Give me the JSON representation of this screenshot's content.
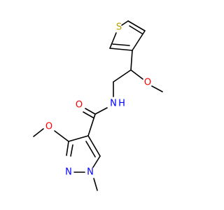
{
  "molecule": {
    "atoms": {
      "sulfur": "S",
      "ether_oxygen_top": "O",
      "amide_oxygen": "O",
      "amide_nitrogen": "N",
      "amide_hydrogen": "H",
      "ether_oxygen_left": "O",
      "pyrazole_n2": "N",
      "pyrazole_n1": "N"
    },
    "colors": {
      "bond": "#000000",
      "carbon_label": "#000000",
      "oxygen": "#ff0000",
      "nitrogen": "#0000ff",
      "sulfur": "#b8a000"
    }
  }
}
